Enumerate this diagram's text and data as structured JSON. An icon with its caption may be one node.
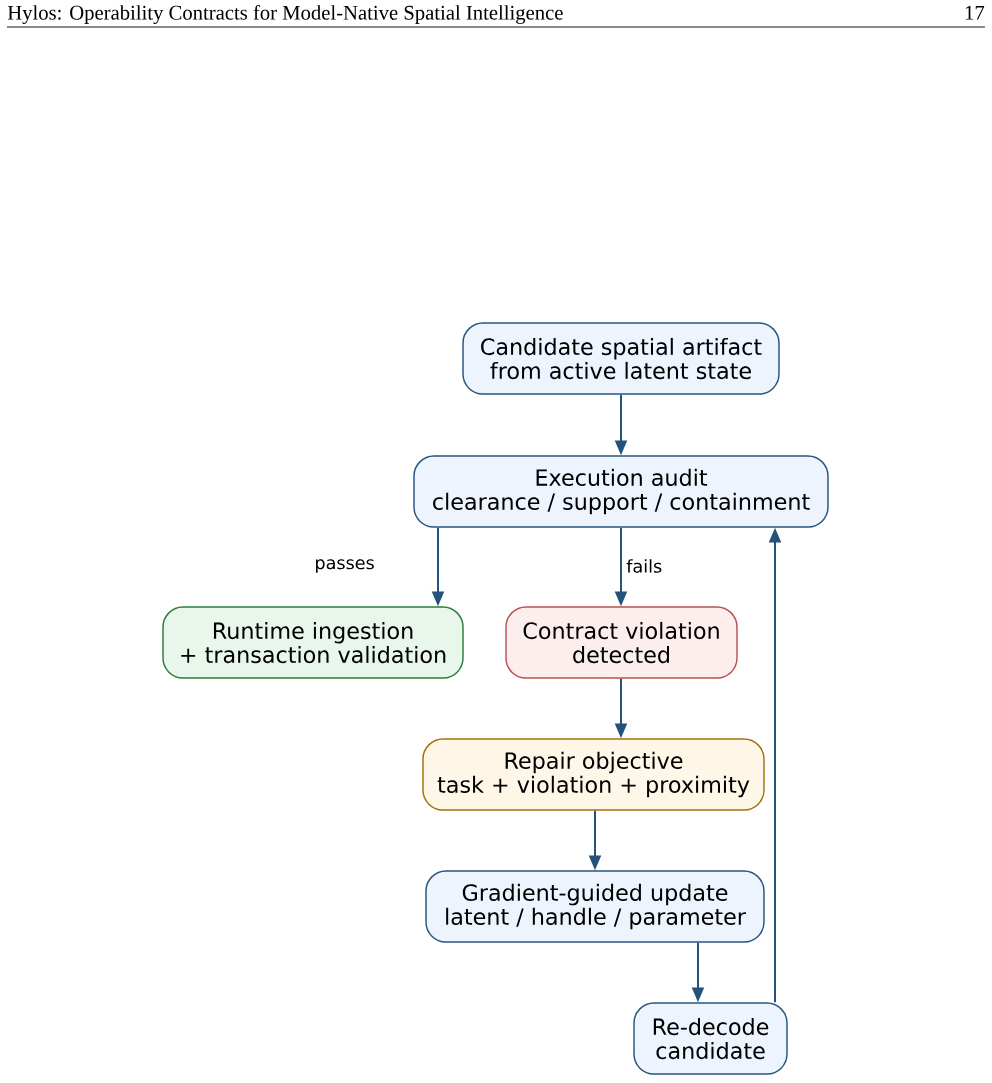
{
  "diagram": {
    "nodes": [
      {
        "text": [
          "Candidate spatial artifact from active latent state"
        ]
      },
      {
        "text": [
          "Execution audit",
          "clearance / support / containment"
        ]
      },
      {
        "text": [
          "Runtime ingestion",
          "+ transaction validation"
        ]
      },
      {
        "text": [
          "Contract violation detected"
        ]
      },
      {
        "text": [
          "Repair objective",
          "task + violation + proximity"
        ]
      },
      {
        "text": [
          "Gradient-guided update",
          "latent / handle / parameter"
        ]
      },
      {
        "text": [
          "Re-decode candidate"
        ]
      }
    ],
    "edges": [
      {
        "from": 0,
        "to": 1,
        "arrow": "to"
      },
      {
        "from": 1,
        "to": 2,
        "arrow": "to",
        "label": "passes"
      },
      {
        "from": 1,
        "to": 3,
        "arrow": "to",
        "label": "fails"
      },
      {
        "from": 3,
        "to": 4,
        "arrow": "to"
      },
      {
        "from": 4,
        "to": 5,
        "arrow": "to"
      },
      {
        "from": 5,
        "to": 6,
        "arrow": "to"
      },
      {
        "from": 6,
        "to": 1,
        "arrow": "to"
      }
    ],
    "labels": [
      "Hylos: Operability Contracts for Model-Native Spatial Intelligence",
      "17"
    ]
  }
}
